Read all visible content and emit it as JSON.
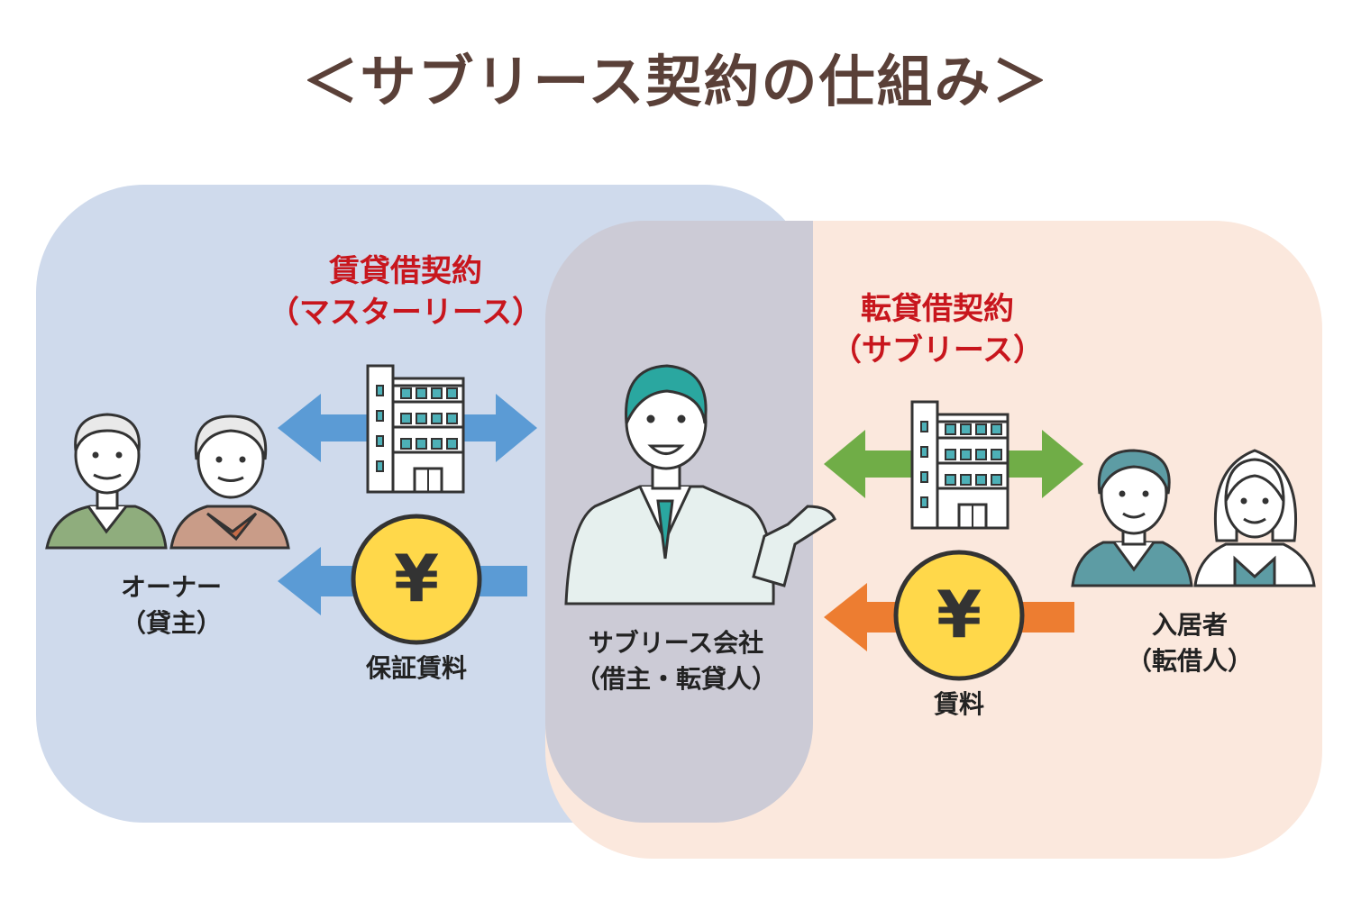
{
  "title": "＜サブリース契約の仕組み＞",
  "master_lease": {
    "line1": "賃貸借契約",
    "line2": "（マスターリース）"
  },
  "sublease": {
    "line1": "転貸借契約",
    "line2": "（サブリース）"
  },
  "owner": {
    "line1": "オーナー",
    "line2": "（貸主）"
  },
  "company": {
    "line1": "サブリース会社",
    "line2": "（借主・転貸人）"
  },
  "tenant": {
    "line1": "入居者",
    "line2": "（転借人）"
  },
  "guaranteed_rent": "保証賃料",
  "rent": "賃料",
  "yen_symbol": "¥",
  "colors": {
    "title": "#5a4038",
    "contract_text": "#c8161d",
    "left_zone": "#cfdaec",
    "right_zone": "#fbe8dd",
    "overlap_zone": "#cccbd6",
    "blue_arrow": "#5b9bd5",
    "green_arrow": "#70ad47",
    "orange_arrow": "#ed7d31",
    "coin": "#ffd84a"
  },
  "icons": [
    "building-icon",
    "yen-coin-icon",
    "owner-couple-icon",
    "businessman-icon",
    "tenant-couple-icon"
  ]
}
